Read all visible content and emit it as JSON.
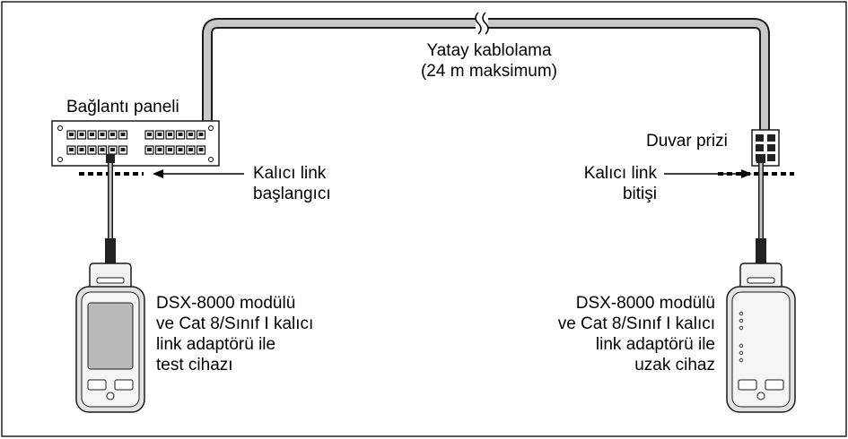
{
  "labels": {
    "horizontal_cabling_line1": "Yatay kablolama",
    "horizontal_cabling_line2": "(24 m maksimum)",
    "patch_panel": "Bağlantı paneli",
    "wall_outlet": "Duvar prizi",
    "permanent_link_start_line1": "Kalıcı link",
    "permanent_link_start_line2": "başlangıcı",
    "permanent_link_end_line1": "Kalıcı link",
    "permanent_link_end_line2": "bitişi",
    "main_unit_line1": "DSX-8000 modülü",
    "main_unit_line2": "ve Cat 8/Sınıf I kalıcı",
    "main_unit_line3": "link adaptörü ile",
    "main_unit_line4": "test cihazı",
    "remote_unit_line1": "DSX-8000 modülü",
    "remote_unit_line2": "ve Cat 8/Sınıf I kalıcı",
    "remote_unit_line3": "link adaptörü ile",
    "remote_unit_line4": "uzak cihaz"
  },
  "colors": {
    "cable_fill": "#c8c8c8",
    "outline": "#1a1a1a",
    "screen": "#b9b9b9",
    "device_body": "#e2e2e2"
  }
}
